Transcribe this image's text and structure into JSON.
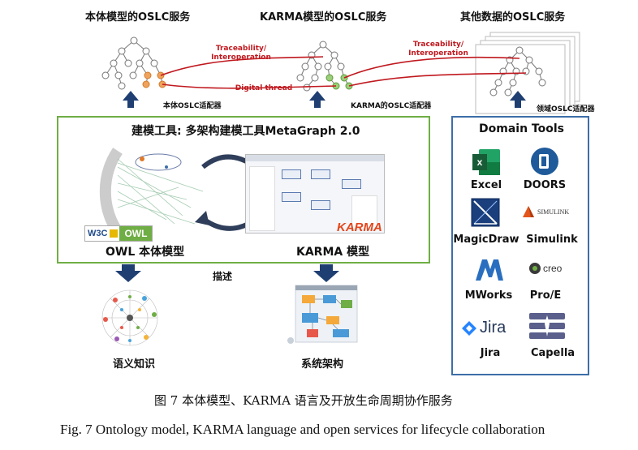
{
  "services": {
    "ontology": "本体模型的OSLC服务",
    "karma": "KARMA模型的OSLC服务",
    "other": "其他数据的OSLC服务"
  },
  "links": {
    "traceability_left": "Traceability/\nInteroperation",
    "traceability_right": "Traceability/\nInteroperation",
    "digital_thread": "Digital thread"
  },
  "adapters": {
    "ontology": "本体OSLC适配器",
    "karma": "KARMA的OSLC适配器",
    "domain": "领域OSLC适配器"
  },
  "modeling_tool": {
    "title": "建模工具: 多架构建模工具MetaGraph 2.0",
    "owl_label": "OWL 本体模型",
    "karma_label": "KARMA 模型",
    "w3c_logo": "W3C",
    "owl_logo": "OWL",
    "karma_logo": "KARMA"
  },
  "describe_label": "描述",
  "outputs": {
    "semantic": "语义知识",
    "system": "系统架构"
  },
  "domain_tools": {
    "title": "Domain Tools",
    "tools": [
      {
        "name": "Excel",
        "icon": "excel-icon"
      },
      {
        "name": "DOORS",
        "icon": "doors-icon"
      },
      {
        "name": "MagicDraw",
        "icon": "magicdraw-icon"
      },
      {
        "name": "Simulink",
        "icon": "simulink-icon",
        "logo_text": "SIMULINK"
      },
      {
        "name": "MWorks",
        "icon": "mworks-icon"
      },
      {
        "name": "Pro/E",
        "icon": "creo-icon",
        "logo_text": "creo"
      },
      {
        "name": "Jira",
        "icon": "jira-icon",
        "logo_text": "Jira"
      },
      {
        "name": "Capella",
        "icon": "capella-icon"
      }
    ]
  },
  "caption": {
    "cn": "图 7 本体模型、KARMA 语言及开放生命周期协作服务",
    "en": "Fig. 7 Ontology model, KARMA language and open services for lifecycle collaboration"
  },
  "colors": {
    "green_border": "#6fae45",
    "blue_border": "#3d6ea8",
    "arrow_blue": "#1f3f73",
    "red_link": "#c0191f",
    "orange_node": "#f0a35a",
    "green_node": "#9ccf7a"
  }
}
